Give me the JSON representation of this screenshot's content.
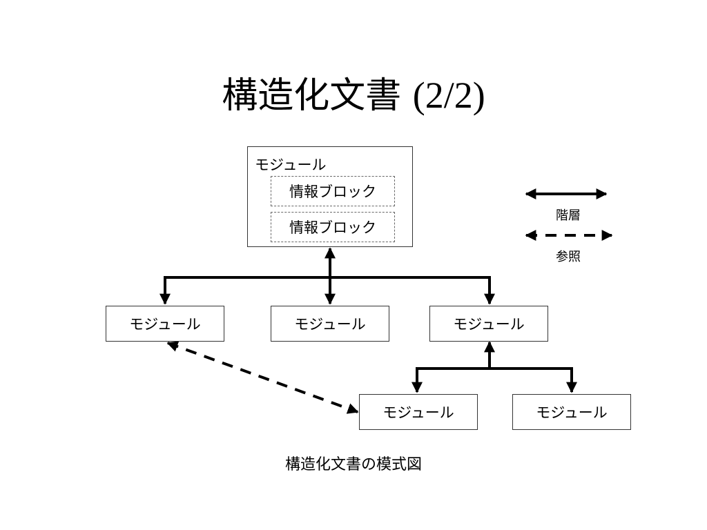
{
  "title": {
    "main": "構造化文書",
    "suffix": "(2/2)"
  },
  "diagram": {
    "root": {
      "label": "モジュール",
      "info_blocks": [
        "情報ブロック",
        "情報ブロック"
      ]
    },
    "level1": [
      "モジュール",
      "モジュール",
      "モジュール"
    ],
    "level2": [
      "モジュール",
      "モジュール"
    ],
    "edges": [
      {
        "from": "root",
        "to": "level1.0",
        "type": "hierarchy"
      },
      {
        "from": "root",
        "to": "level1.1",
        "type": "hierarchy"
      },
      {
        "from": "root",
        "to": "level1.2",
        "type": "hierarchy"
      },
      {
        "from": "level1.2",
        "to": "level2.0",
        "type": "hierarchy"
      },
      {
        "from": "level1.2",
        "to": "level2.1",
        "type": "hierarchy"
      },
      {
        "from": "level1.0",
        "to": "level2.0",
        "type": "reference"
      }
    ]
  },
  "legend": {
    "hierarchy_label": "階層",
    "reference_label": "参照"
  },
  "caption": "構造化文書の模式図"
}
